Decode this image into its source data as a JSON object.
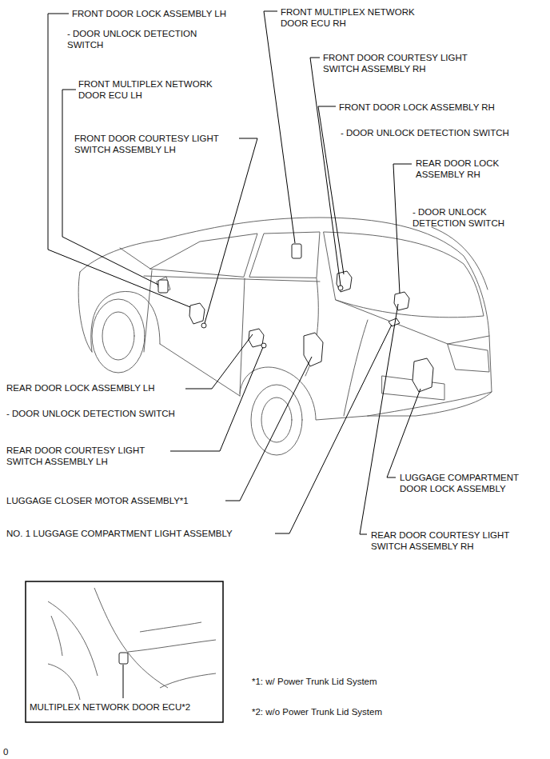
{
  "diagram": {
    "labels": [
      "FRONT DOOR LOCK ASSEMBLY LH",
      "- DOOR UNLOCK DETECTION SWITCH",
      "FRONT MULTIPLEX NETWORK DOOR ECU LH",
      "FRONT DOOR COURTESY LIGHT SWITCH ASSEMBLY LH",
      "FRONT MULTIPLEX NETWORK DOOR ECU RH",
      "FRONT DOOR COURTESY LIGHT SWITCH ASSEMBLY RH",
      "FRONT DOOR LOCK ASSEMBLY RH",
      "- DOOR UNLOCK DETECTION SWITCH",
      "REAR DOOR LOCK ASSEMBLY RH",
      "- DOOR UNLOCK DETECTION SWITCH",
      "REAR DOOR LOCK ASSEMBLY LH",
      "- DOOR UNLOCK DETECTION SWITCH",
      "REAR DOOR COURTESY LIGHT SWITCH ASSEMBLY LH",
      "LUGGAGE CLOSER MOTOR ASSEMBLY*1",
      "NO. 1 LUGGAGE COMPARTMENT LIGHT ASSEMBLY",
      "LUGGAGE COMPARTMENT DOOR LOCK ASSEMBLY",
      "REAR DOOR COURTESY LIGHT SWITCH ASSEMBLY RH",
      "MULTIPLEX NETWORK DOOR ECU*2",
      "*1: w/ Power Trunk Lid System",
      "*2: w/o Power Trunk Lid System",
      "0"
    ]
  }
}
